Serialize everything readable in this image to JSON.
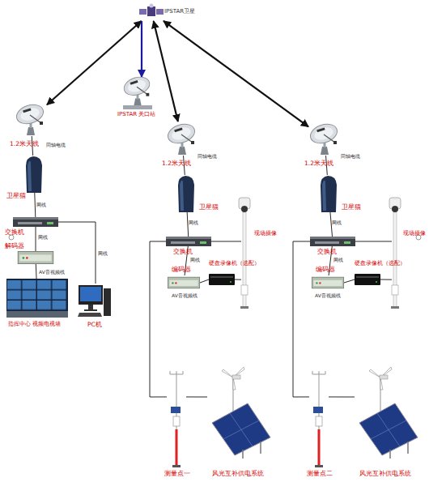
{
  "diagram": {
    "nodes": [
      {
        "text": [
          "IPSTAR卫星"
        ]
      },
      {
        "text": [
          "IPSTAR 关口站"
        ]
      },
      {
        "text": [
          "1.2米天线"
        ]
      },
      {
        "text": [
          "卫星猫"
        ]
      },
      {
        "text": [
          "交换机"
        ]
      },
      {
        "text": [
          "解码器"
        ]
      },
      {
        "text": [
          "指挥中心 视频电视墙"
        ]
      },
      {
        "text": [
          "PC机"
        ]
      },
      {
        "text": [
          "1.2米天线"
        ]
      },
      {
        "text": [
          "卫星猫"
        ]
      },
      {
        "text": [
          "交换机"
        ]
      },
      {
        "text": [
          "编码器"
        ]
      },
      {
        "text": [
          "硬盘录像机（选配）"
        ]
      },
      {
        "text": [
          "现场摄像"
        ]
      },
      {
        "text": [
          "测量点一"
        ]
      },
      {
        "text": [
          "风光互补供电系统"
        ]
      },
      {
        "text": [
          "1.2米天线"
        ]
      },
      {
        "text": [
          "卫星猫"
        ]
      },
      {
        "text": [
          "交换机"
        ]
      },
      {
        "text": [
          "编码器"
        ]
      },
      {
        "text": [
          "硬盘录像机（选配）"
        ]
      },
      {
        "text": [
          "现场摄像"
        ]
      },
      {
        "text": [
          "测量点二"
        ]
      },
      {
        "text": [
          "风光互补供电系统"
        ]
      }
    ],
    "edges": [
      {
        "from": 0,
        "to": 2,
        "arrow": "both"
      },
      {
        "from": 0,
        "to": 1,
        "arrow": "to"
      },
      {
        "from": 0,
        "to": 8,
        "arrow": "both"
      },
      {
        "from": 0,
        "to": 16,
        "arrow": "both"
      },
      {
        "from": 2,
        "to": 3,
        "arrow": "none",
        "label": "同轴电缆"
      },
      {
        "from": 3,
        "to": 4,
        "arrow": "none",
        "label": "网线"
      },
      {
        "from": 4,
        "to": 5,
        "arrow": "none",
        "label": "网线"
      },
      {
        "from": 5,
        "to": 6,
        "arrow": "none",
        "label": "AV音视频线"
      },
      {
        "from": 4,
        "to": 7,
        "arrow": "none",
        "label": "网线"
      },
      {
        "from": 8,
        "to": 9,
        "arrow": "none",
        "label": "同轴电缆"
      },
      {
        "from": 9,
        "to": 10,
        "arrow": "none",
        "label": "网线"
      },
      {
        "from": 10,
        "to": 11,
        "arrow": "none",
        "label": "网线"
      },
      {
        "from": 11,
        "to": 12,
        "arrow": "none",
        "label": "AV音视频线"
      },
      {
        "from": 10,
        "to": 13,
        "arrow": "none"
      },
      {
        "from": 13,
        "to": 12,
        "arrow": "none"
      },
      {
        "from": 10,
        "to": 14,
        "arrow": "none"
      },
      {
        "from": 14,
        "to": 15,
        "arrow": "none"
      },
      {
        "from": 16,
        "to": 17,
        "arrow": "none",
        "label": "同轴电缆"
      },
      {
        "from": 17,
        "to": 18,
        "arrow": "none",
        "label": "网线"
      },
      {
        "from": 18,
        "to": 19,
        "arrow": "none",
        "label": "网线"
      },
      {
        "from": 19,
        "to": 20,
        "arrow": "none",
        "label": "AV音视频线"
      },
      {
        "from": 18,
        "to": 21,
        "arrow": "none"
      },
      {
        "from": 21,
        "to": 20,
        "arrow": "none"
      },
      {
        "from": 18,
        "to": 22,
        "arrow": "none"
      },
      {
        "from": 22,
        "to": 23,
        "arrow": "none"
      }
    ]
  }
}
